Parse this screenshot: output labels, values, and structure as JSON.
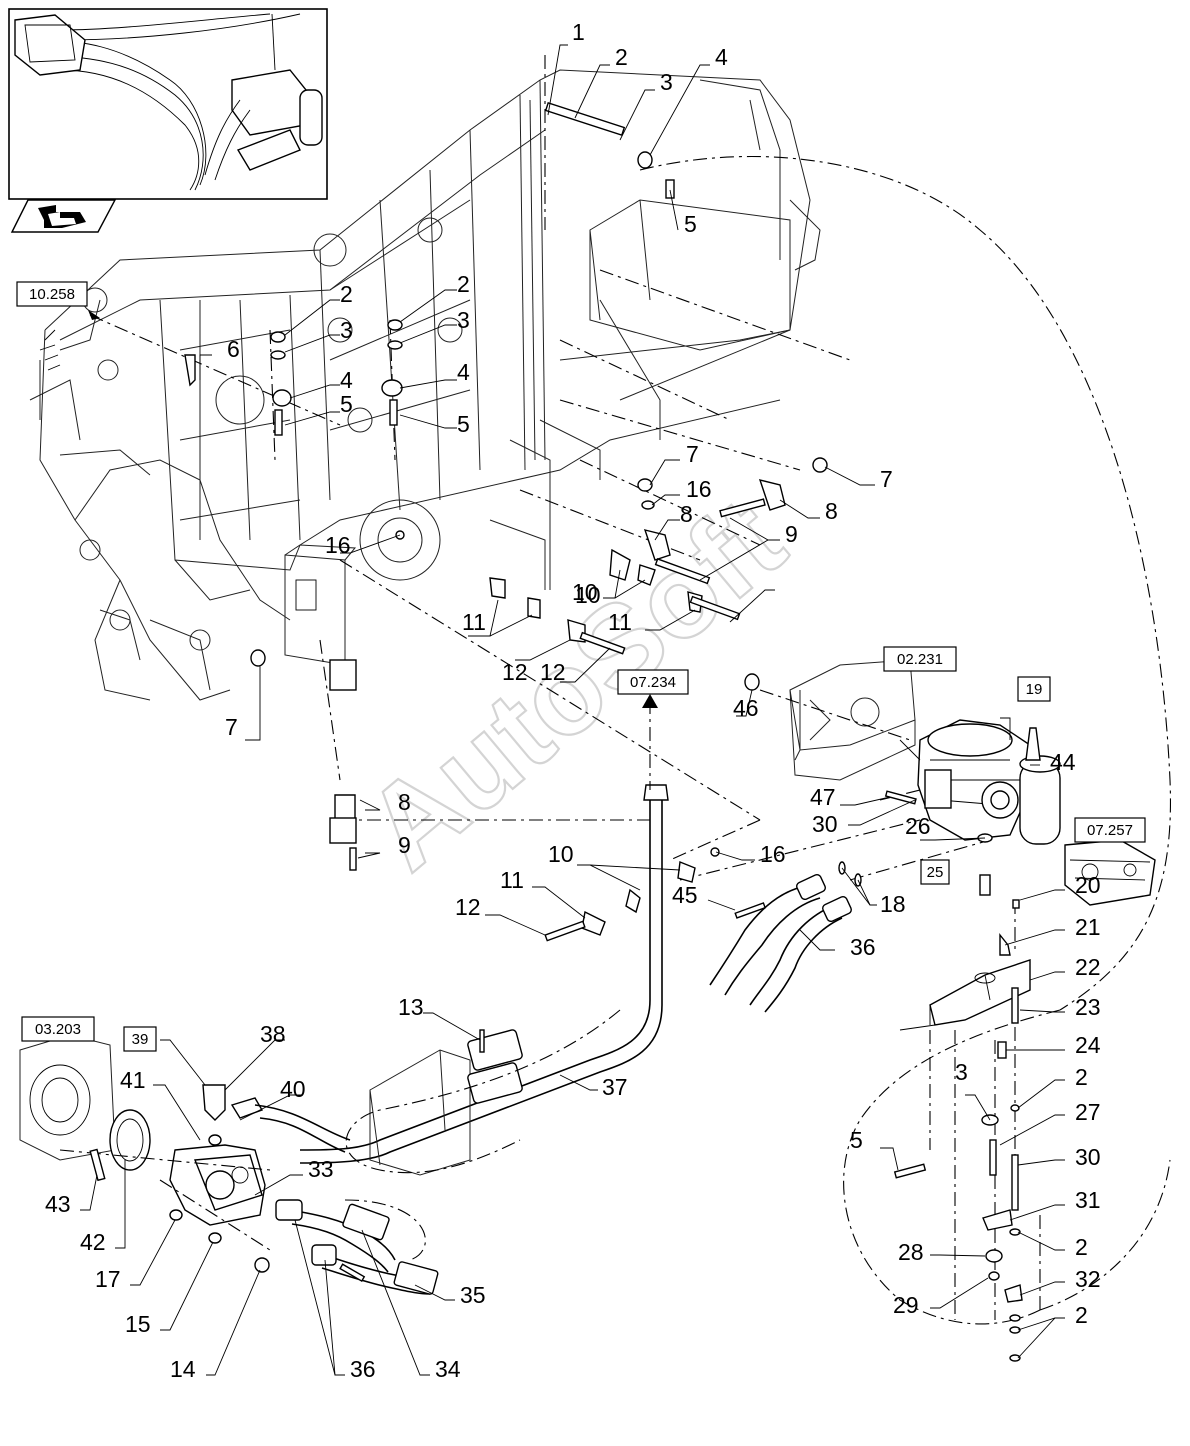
{
  "diagram": {
    "reference_boxes": [
      "10.258",
      "07.234",
      "02.231",
      "19",
      "07.257",
      "25",
      "03.203",
      "39"
    ],
    "callouts": [
      "1",
      "2",
      "3",
      "4",
      "5",
      "2",
      "3",
      "4",
      "5",
      "6",
      "2",
      "3",
      "4",
      "5",
      "7",
      "16",
      "7",
      "8",
      "9",
      "8",
      "16",
      "10",
      "11",
      "12",
      "10",
      "11",
      "12",
      "7",
      "8",
      "9",
      "10",
      "11",
      "12",
      "16",
      "46",
      "47",
      "30",
      "26",
      "44",
      "45",
      "18",
      "36",
      "20",
      "21",
      "22",
      "23",
      "24",
      "2",
      "27",
      "3",
      "5",
      "30",
      "31",
      "2",
      "28",
      "29",
      "32",
      "2",
      "13",
      "37",
      "38",
      "40",
      "41",
      "33",
      "43",
      "42",
      "17",
      "15",
      "14",
      "36",
      "34",
      "35"
    ],
    "watermark": "AutoSoft"
  },
  "colors": {
    "line": "#000000",
    "watermark": "#d4d4d4",
    "background": "#ffffff"
  },
  "icons": [
    "inset-assembly-thumbnail",
    "navigation-arrow-icon"
  ]
}
